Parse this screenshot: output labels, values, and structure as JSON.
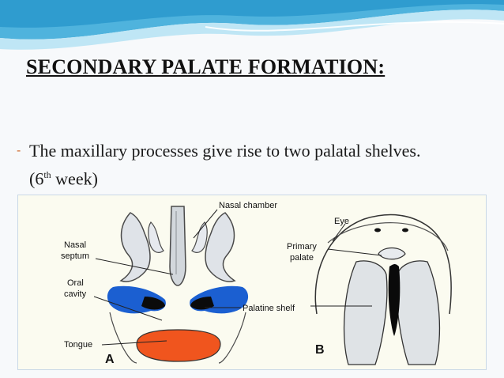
{
  "slide": {
    "title": "SECONDARY PALATE FORMATION:",
    "bullet": {
      "prefix": "The maxillary processes give rise to two palatal shelves.(6",
      "superscript": "th",
      "suffix": " week)"
    }
  },
  "figure": {
    "panel_a": {
      "labels": {
        "nasal_chamber": "Nasal chamber",
        "nasal_septum_1": "Nasal",
        "nasal_septum_2": "septum",
        "oral_cavity_1": "Oral",
        "oral_cavity_2": "cavity",
        "palatine_shelf": "Palatine shelf",
        "tongue": "Tongue",
        "panel_letter": "A"
      }
    },
    "panel_b": {
      "labels": {
        "eye": "Eye",
        "primary_palate_1": "Primary",
        "primary_palate_2": "palate",
        "panel_letter": "B"
      }
    }
  },
  "colors": {
    "header_blue": "#4fb3dd",
    "header_light": "#bfe6f5",
    "title_text": "#111111",
    "bullet_dash": "#d06b2f",
    "palatine_shelf_blue": "#1b5fd1",
    "tongue_orange": "#f0551e"
  }
}
